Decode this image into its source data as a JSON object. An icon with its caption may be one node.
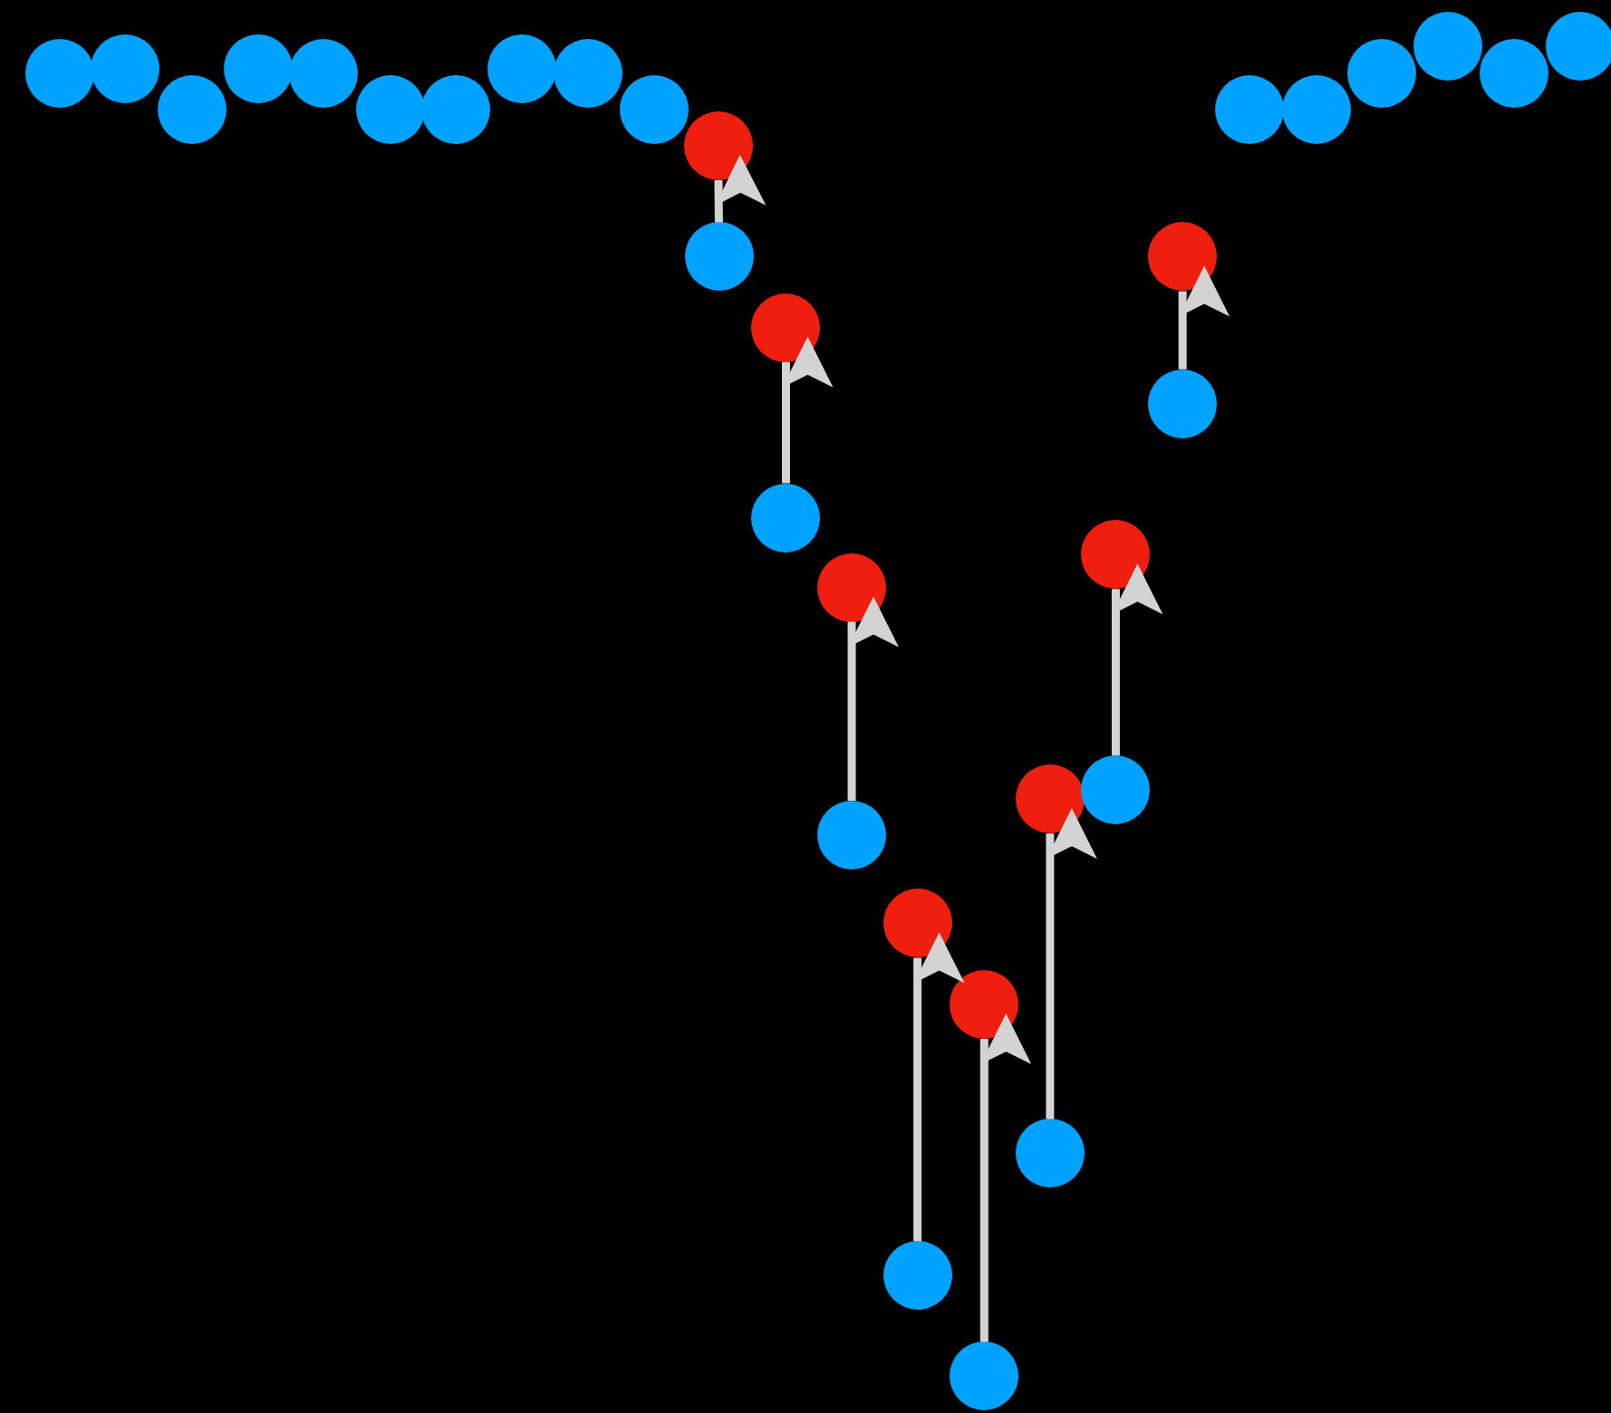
{
  "diagram": {
    "nodes": [
      {
        "text": [],
        "shape": "circle"
      },
      {
        "text": [],
        "shape": "circle"
      },
      {
        "text": [],
        "shape": "circle"
      },
      {
        "text": [],
        "shape": "circle"
      },
      {
        "text": [],
        "shape": "circle"
      },
      {
        "text": [],
        "shape": "circle"
      },
      {
        "text": [],
        "shape": "circle"
      },
      {
        "text": [],
        "shape": "circle"
      },
      {
        "text": [],
        "shape": "circle"
      },
      {
        "text": [],
        "shape": "circle"
      },
      {
        "text": [],
        "shape": "circle"
      },
      {
        "text": [],
        "shape": "circle"
      },
      {
        "text": [],
        "shape": "circle"
      },
      {
        "text": [],
        "shape": "circle"
      },
      {
        "text": [],
        "shape": "circle"
      },
      {
        "text": [],
        "shape": "circle"
      },
      {
        "text": [],
        "shape": "circle"
      },
      {
        "text": [],
        "shape": "circle"
      },
      {
        "text": [],
        "shape": "circle"
      },
      {
        "text": [],
        "shape": "circle"
      },
      {
        "text": [],
        "shape": "circle"
      },
      {
        "text": [],
        "shape": "circle"
      },
      {
        "text": [],
        "shape": "circle"
      },
      {
        "text": [],
        "shape": "circle"
      },
      {
        "text": [],
        "shape": "circle"
      },
      {
        "text": [],
        "shape": "circle"
      },
      {
        "text": [],
        "shape": "circle"
      },
      {
        "text": [],
        "shape": "circle"
      },
      {
        "text": [],
        "shape": "circle"
      },
      {
        "text": [],
        "shape": "circle"
      },
      {
        "text": [],
        "shape": "circle"
      },
      {
        "text": [],
        "shape": "circle"
      }
    ],
    "edges": [
      {
        "from": 24,
        "to": 16,
        "arrow": "to"
      },
      {
        "from": 25,
        "to": 17,
        "arrow": "to"
      },
      {
        "from": 26,
        "to": 18,
        "arrow": "to"
      },
      {
        "from": 27,
        "to": 19,
        "arrow": "to"
      },
      {
        "from": 28,
        "to": 20,
        "arrow": "to"
      },
      {
        "from": 29,
        "to": 21,
        "arrow": "to"
      },
      {
        "from": 30,
        "to": 22,
        "arrow": "to"
      },
      {
        "from": 31,
        "to": 23,
        "arrow": "to"
      }
    ]
  }
}
